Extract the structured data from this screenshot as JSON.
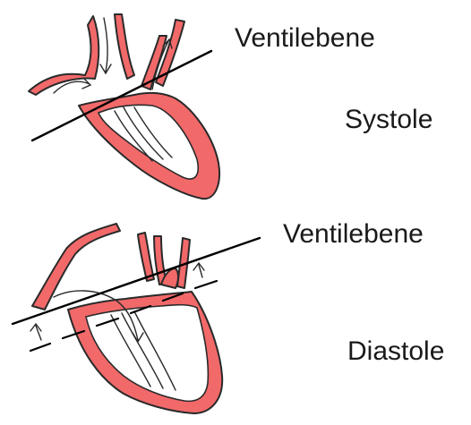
{
  "labels": {
    "top_plane": "Ventilebene",
    "systole": "Systole",
    "bottom_plane": "Ventilebene",
    "diastole": "Diastole"
  },
  "colors": {
    "myocardium": "#f2696a",
    "outline": "#2a2a2a",
    "plane_line": "#000000",
    "background": "#ffffff"
  }
}
